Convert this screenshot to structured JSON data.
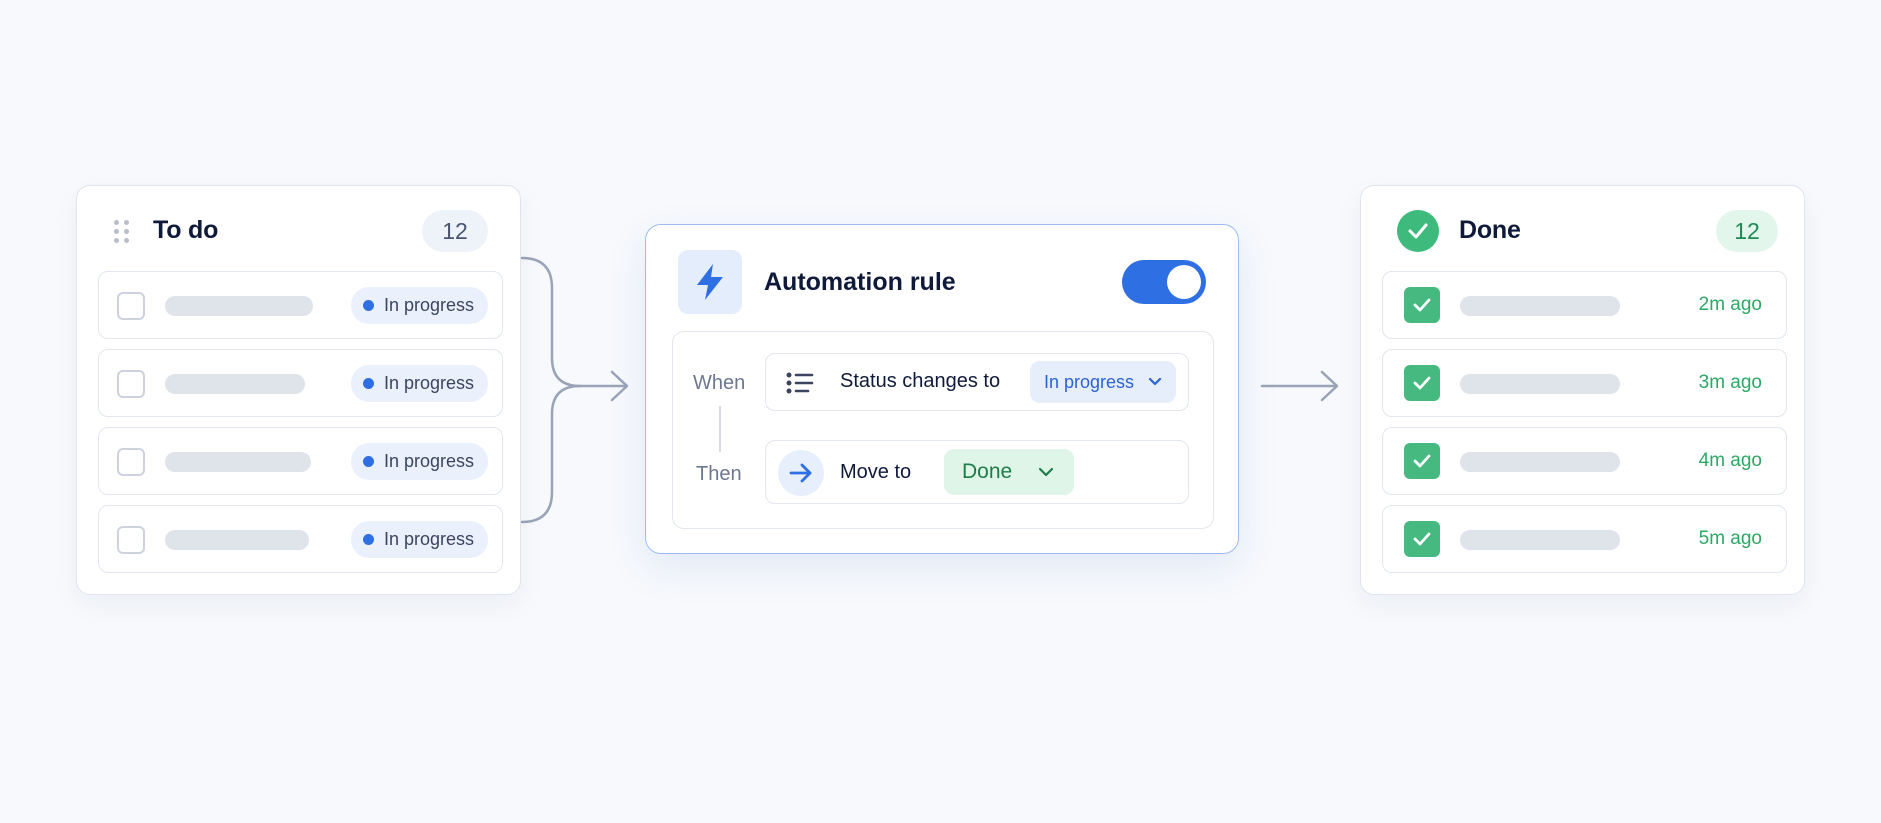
{
  "todo_board": {
    "title": "To do",
    "count": "12",
    "tasks": [
      {
        "status": "In progress"
      },
      {
        "status": "In progress"
      },
      {
        "status": "In progress"
      },
      {
        "status": "In progress"
      }
    ]
  },
  "rule": {
    "title": "Automation rule",
    "enabled": true,
    "when_label": "When",
    "then_label": "Then",
    "trigger_text": "Status changes to",
    "trigger_value": "In progress",
    "action_text": "Move to",
    "action_value": "Done"
  },
  "done_board": {
    "title": "Done",
    "count": "12",
    "tasks": [
      {
        "time": "2m ago"
      },
      {
        "time": "3m ago"
      },
      {
        "time": "4m ago"
      },
      {
        "time": "5m ago"
      }
    ]
  },
  "colors": {
    "accent_blue": "#2f6fe4",
    "success_green": "#45b980",
    "connector_gray": "#9aa4b8"
  },
  "icons": [
    "drag-handle-icon",
    "checkbox-icon",
    "status-dot-icon",
    "bolt-icon",
    "toggle-icon",
    "list-icon",
    "arrow-right-icon",
    "chevron-down-icon",
    "check-icon"
  ]
}
